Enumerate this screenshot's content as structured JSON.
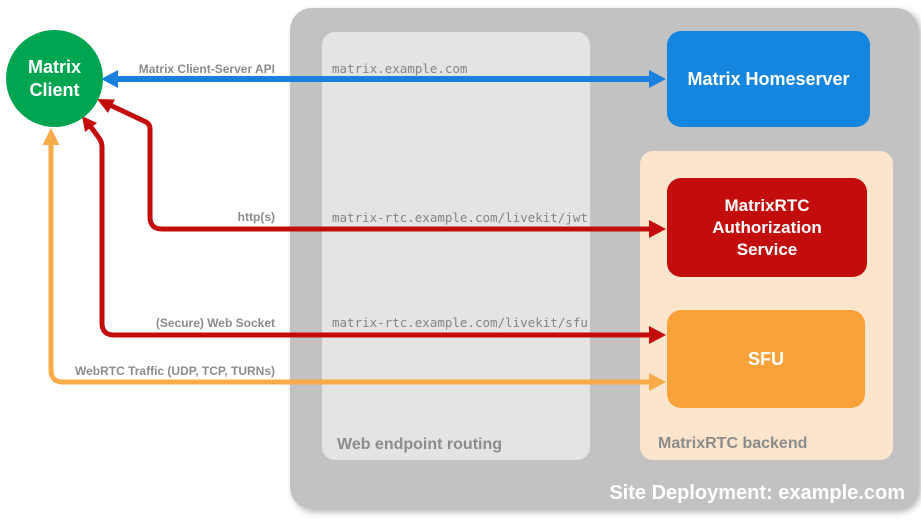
{
  "site": {
    "title": "Site Deployment: example.com"
  },
  "client": {
    "label": "Matrix Client"
  },
  "homeserver": {
    "label": "Matrix Homeserver"
  },
  "routing": {
    "label": "Web endpoint routing",
    "endpoints": [
      "matrix.example.com",
      "matrix-rtc.example.com/livekit/jwt",
      "matrix-rtc.example.com/livekit/sfu"
    ]
  },
  "backend": {
    "label": "MatrixRTC backend",
    "auth_service": {
      "label": "MatrixRTC Authorization Service"
    },
    "sfu": {
      "label": "SFU"
    }
  },
  "connections": [
    {
      "label": "Matrix Client-Server API",
      "color": "#1a80de",
      "from": "Matrix Client",
      "to": "Matrix Homeserver",
      "bidirectional": true
    },
    {
      "label": "http(s)",
      "color": "#c30d0d",
      "from": "Matrix Client",
      "to": "MatrixRTC Authorization Service",
      "bidirectional": true
    },
    {
      "label": "(Secure) Web Socket",
      "color": "#c30d0d",
      "from": "Matrix Client",
      "to": "SFU",
      "bidirectional": true
    },
    {
      "label": "WebRTC Traffic (UDP, TCP, TURNs)",
      "color": "#f7ab49",
      "from": "Matrix Client",
      "to": "SFU",
      "bidirectional": true
    }
  ],
  "colors": {
    "site_container": "#c2c2c2",
    "routing_container": "#e4e4e4",
    "backend_container": "#fbe5cc",
    "client_green": "#00a552",
    "homeserver_blue": "#1486e0",
    "auth_red": "#c30d0d",
    "sfu_orange": "#f9a23a",
    "arrow_blue": "#1a80de",
    "arrow_red": "#c30d0d",
    "arrow_orange": "#f7ab49",
    "label_gray": "#8c8c8c"
  }
}
